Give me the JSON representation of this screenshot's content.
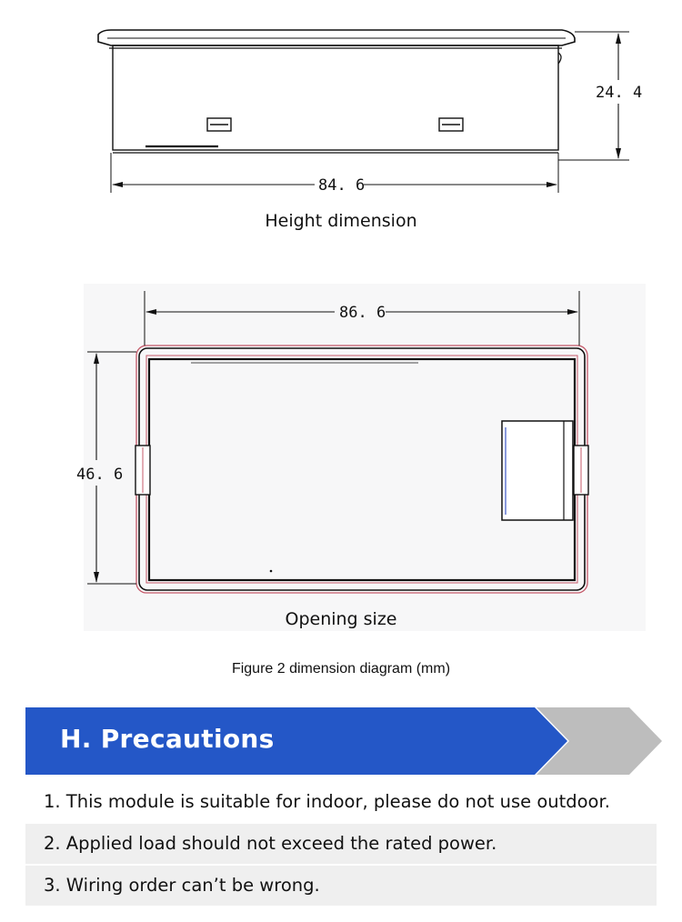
{
  "height_view": {
    "width_dimension": "84. 6",
    "height_dimension": "24. 4",
    "caption": "Height dimension"
  },
  "opening_view": {
    "width_dimension": "86. 6",
    "height_dimension": "46. 6",
    "caption": "Opening size"
  },
  "figure_caption": "Figure 2 dimension diagram (mm)",
  "precautions": {
    "title": "H.  Precautions",
    "items": [
      "1. This module is suitable for indoor, please do not use outdoor.",
      "2. Applied load should not exceed the rated power.",
      "3. Wiring order can’t be wrong."
    ]
  },
  "colors": {
    "banner_blue": "#2457c7",
    "banner_gray": "#bdbdbd",
    "outline_red": "#c45a6a",
    "line_black": "#111111"
  }
}
